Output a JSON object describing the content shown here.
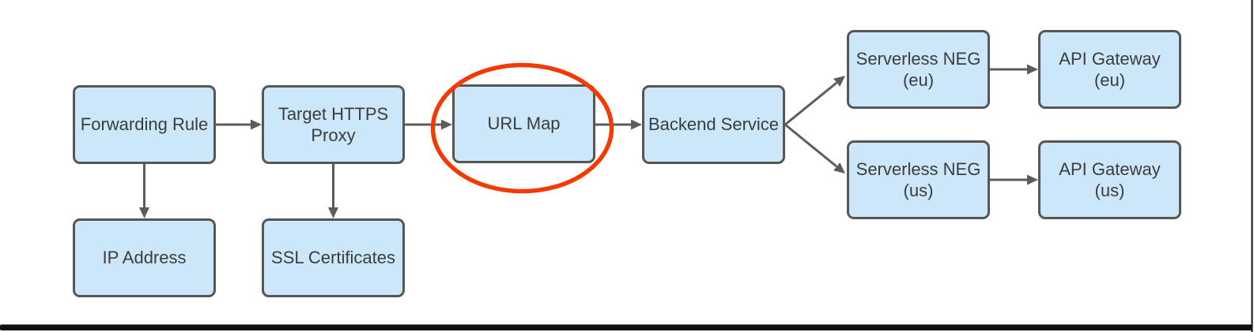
{
  "diagram": {
    "nodes": {
      "forwarding_rule": {
        "label": "Forwarding Rule"
      },
      "target_https_proxy": {
        "label": "Target HTTPS Proxy"
      },
      "url_map": {
        "label": "URL Map"
      },
      "backend_service": {
        "label": "Backend Service"
      },
      "serverless_neg_eu": {
        "label": "Serverless NEG (eu)"
      },
      "api_gateway_eu": {
        "label": "API Gateway (eu)"
      },
      "serverless_neg_us": {
        "label": "Serverless NEG (us)"
      },
      "api_gateway_us": {
        "label": "API Gateway (us)"
      },
      "ip_address": {
        "label": "IP Address"
      },
      "ssl_certificates": {
        "label": "SSL Certificates"
      }
    },
    "edges": [
      {
        "from": "Forwarding Rule",
        "to": "Target HTTPS Proxy"
      },
      {
        "from": "Target HTTPS Proxy",
        "to": "URL Map"
      },
      {
        "from": "URL Map",
        "to": "Backend Service"
      },
      {
        "from": "Backend Service",
        "to": "Serverless NEG (eu)"
      },
      {
        "from": "Backend Service",
        "to": "Serverless NEG (us)"
      },
      {
        "from": "Serverless NEG (eu)",
        "to": "API Gateway (eu)"
      },
      {
        "from": "Serverless NEG (us)",
        "to": "API Gateway (us)"
      },
      {
        "from": "Forwarding Rule",
        "to": "IP Address"
      },
      {
        "from": "Target HTTPS Proxy",
        "to": "SSL Certificates"
      }
    ],
    "annotation": {
      "shape": "ellipse",
      "highlights": "URL Map"
    }
  },
  "colors": {
    "canvas-bg": "#ffffff",
    "node-fill": "#cbe7f9",
    "node-border": "#565656",
    "node-text": "#3c3c3c",
    "arrow-color": "#5c5c5c",
    "annotation-color": "#f23a02",
    "frame-line": "#101010"
  }
}
